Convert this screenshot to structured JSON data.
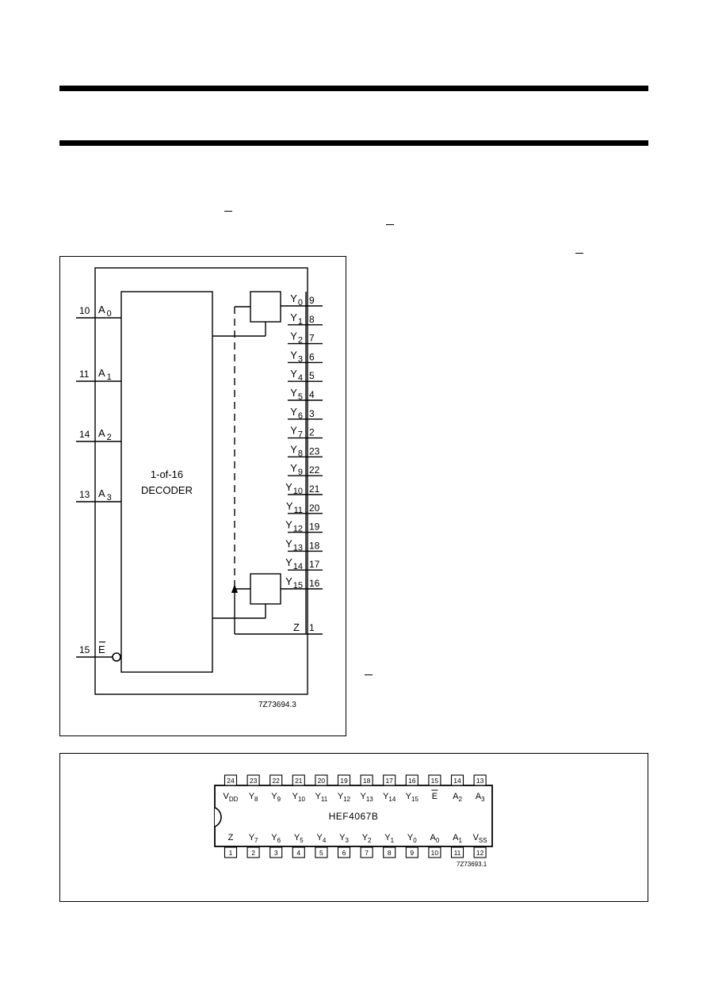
{
  "functional_diagram": {
    "decoder_label_line1": "1-of-16",
    "decoder_label_line2": "DECODER",
    "figure_code": "7Z73694.3",
    "address_inputs": [
      {
        "pin": "10",
        "name": "A",
        "sub": "0"
      },
      {
        "pin": "11",
        "name": "A",
        "sub": "1"
      },
      {
        "pin": "14",
        "name": "A",
        "sub": "2"
      },
      {
        "pin": "13",
        "name": "A",
        "sub": "3"
      }
    ],
    "enable_input": {
      "pin": "15",
      "name": "E"
    },
    "outputs": [
      {
        "sub": "0",
        "pin": "9"
      },
      {
        "sub": "1",
        "pin": "8"
      },
      {
        "sub": "2",
        "pin": "7"
      },
      {
        "sub": "3",
        "pin": "6"
      },
      {
        "sub": "4",
        "pin": "5"
      },
      {
        "sub": "5",
        "pin": "4"
      },
      {
        "sub": "6",
        "pin": "3"
      },
      {
        "sub": "7",
        "pin": "2"
      },
      {
        "sub": "8",
        "pin": "23"
      },
      {
        "sub": "9",
        "pin": "22"
      },
      {
        "sub": "10",
        "pin": "21"
      },
      {
        "sub": "11",
        "pin": "20"
      },
      {
        "sub": "12",
        "pin": "19"
      },
      {
        "sub": "13",
        "pin": "18"
      },
      {
        "sub": "14",
        "pin": "17"
      },
      {
        "sub": "15",
        "pin": "16"
      }
    ],
    "output_letter": "Y",
    "common_io": {
      "name": "Z",
      "pin": "1"
    }
  },
  "pinning_diagram": {
    "chip_name": "HEF4067B",
    "figure_code": "7Z73693.1",
    "top_row": [
      {
        "pin": "24",
        "name": "V",
        "sub": "DD"
      },
      {
        "pin": "23",
        "name": "Y",
        "sub": "8"
      },
      {
        "pin": "22",
        "name": "Y",
        "sub": "9"
      },
      {
        "pin": "21",
        "name": "Y",
        "sub": "10"
      },
      {
        "pin": "20",
        "name": "Y",
        "sub": "11"
      },
      {
        "pin": "19",
        "name": "Y",
        "sub": "12"
      },
      {
        "pin": "18",
        "name": "Y",
        "sub": "13"
      },
      {
        "pin": "17",
        "name": "Y",
        "sub": "14"
      },
      {
        "pin": "16",
        "name": "Y",
        "sub": "15"
      },
      {
        "pin": "15",
        "name": "E",
        "sub": ""
      },
      {
        "pin": "14",
        "name": "A",
        "sub": "2"
      },
      {
        "pin": "13",
        "name": "A",
        "sub": "3"
      }
    ],
    "bottom_row": [
      {
        "pin": "1",
        "name": "Z",
        "sub": ""
      },
      {
        "pin": "2",
        "name": "Y",
        "sub": "7"
      },
      {
        "pin": "3",
        "name": "Y",
        "sub": "6"
      },
      {
        "pin": "4",
        "name": "Y",
        "sub": "5"
      },
      {
        "pin": "5",
        "name": "Y",
        "sub": "4"
      },
      {
        "pin": "6",
        "name": "Y",
        "sub": "3"
      },
      {
        "pin": "7",
        "name": "Y",
        "sub": "2"
      },
      {
        "pin": "8",
        "name": "Y",
        "sub": "1"
      },
      {
        "pin": "9",
        "name": "Y",
        "sub": "0"
      },
      {
        "pin": "10",
        "name": "A",
        "sub": "0"
      },
      {
        "pin": "11",
        "name": "A",
        "sub": "1"
      },
      {
        "pin": "12",
        "name": "V",
        "sub": "SS"
      }
    ]
  }
}
